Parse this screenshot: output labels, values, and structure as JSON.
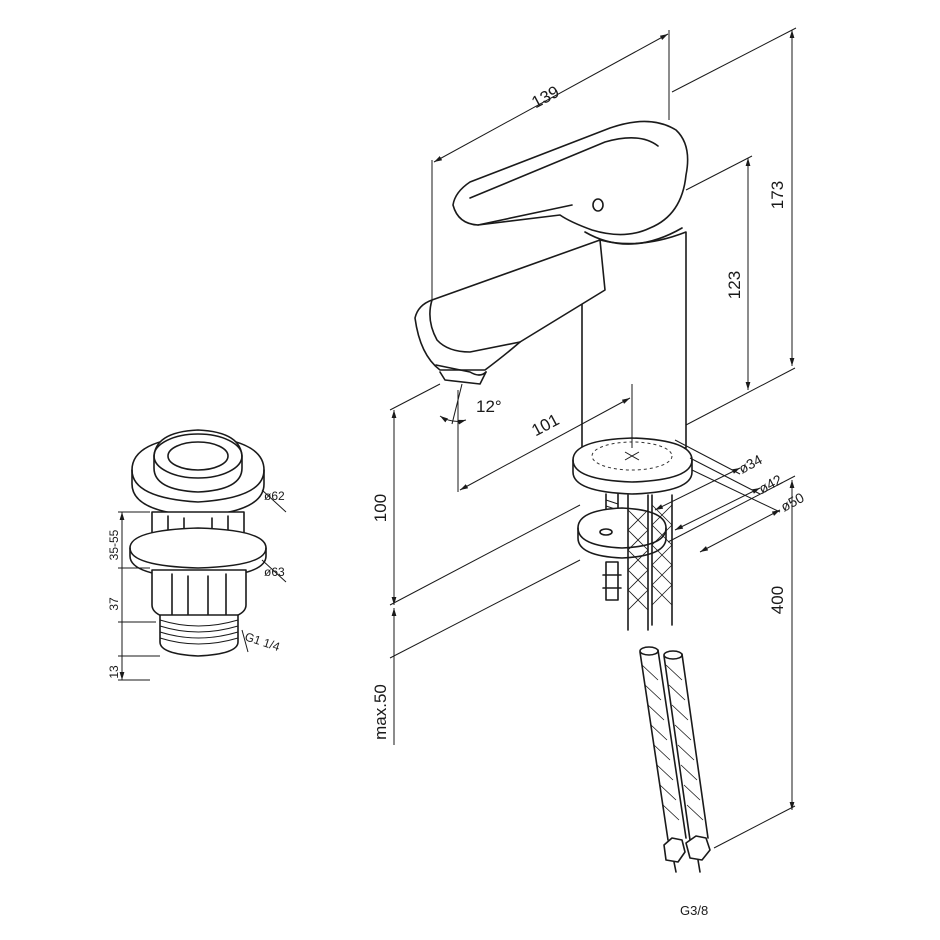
{
  "dimensions": {
    "faucet_width": "139",
    "total_height": "173",
    "body_height": "123",
    "spout_reach": "101",
    "spout_angle": "12°",
    "outlet_height": "100",
    "deck_thickness": "max.50",
    "hose_length": "400",
    "base_d34": "ø34",
    "base_d42": "ø42",
    "base_d50": "ø50",
    "hose_thread": "G3/8"
  },
  "drain": {
    "cap_diameter": "ø62",
    "flange_diameter": "ø63",
    "adjust_range": "35-55",
    "body_height": "37",
    "thread_height": "13",
    "thread": "G1 1/4"
  }
}
